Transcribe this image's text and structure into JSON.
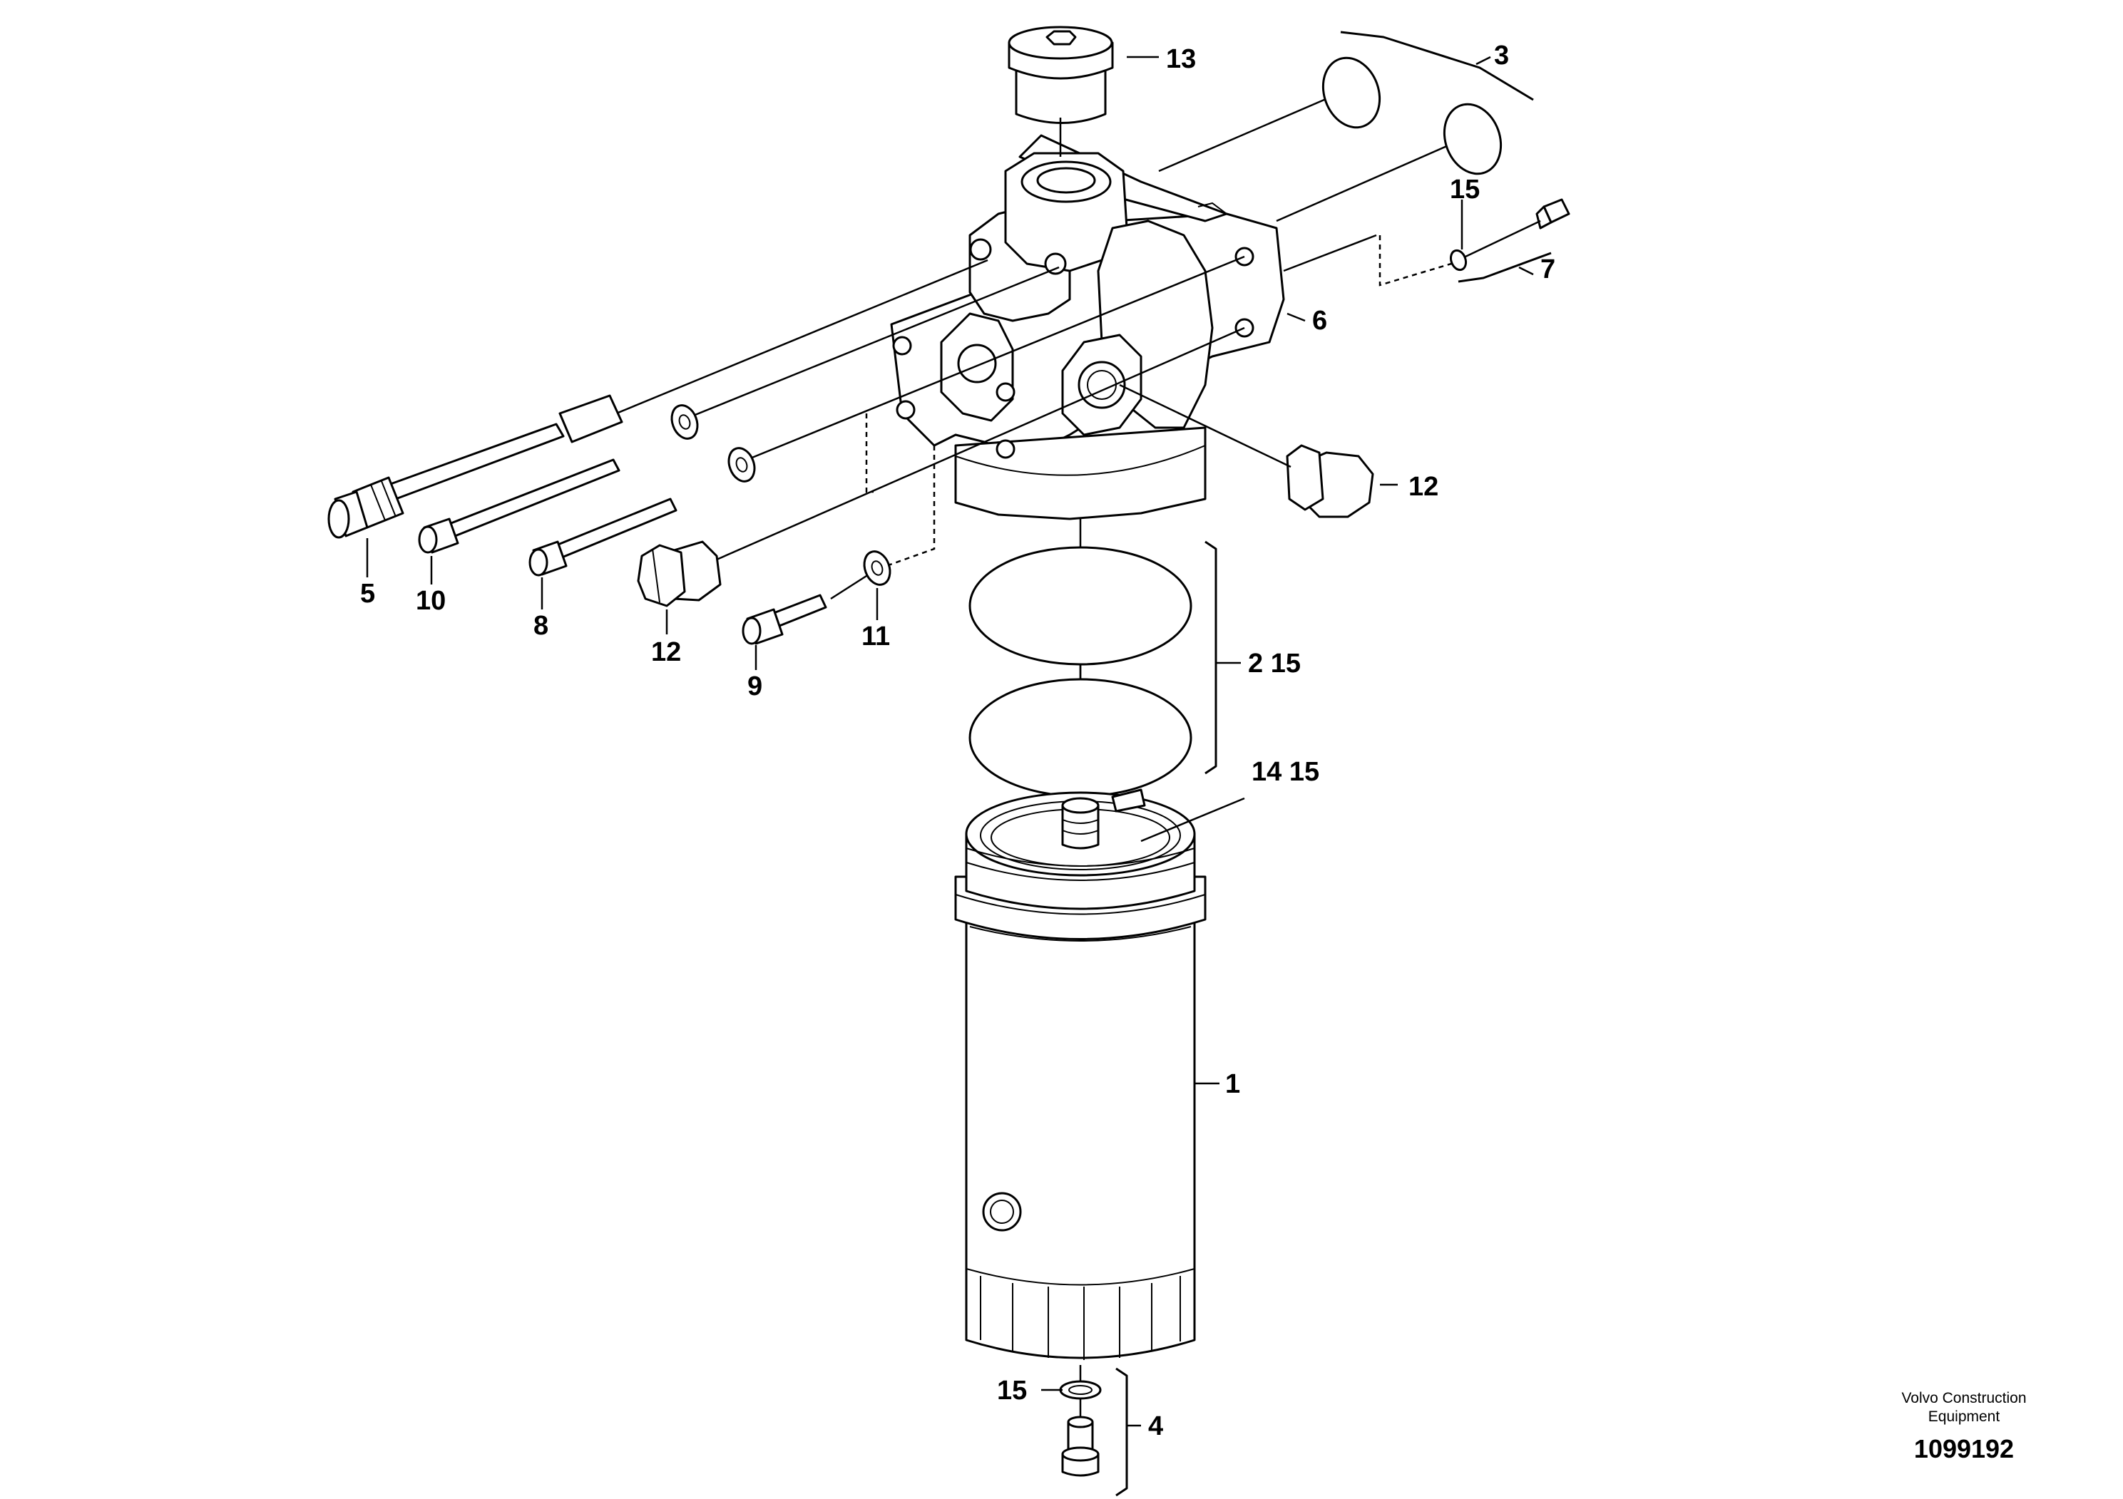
{
  "callouts": {
    "c1": "1",
    "c2_15": "2 15",
    "c3": "3",
    "c4": "4",
    "c5": "5",
    "c6": "6",
    "c7": "7",
    "c8": "8",
    "c9": "9",
    "c10": "10",
    "c11": "11",
    "c12_right": "12",
    "c12_left": "12",
    "c13": "13",
    "c14_15": "14 15",
    "c15_top": "15",
    "c15_bottom": "15"
  },
  "footer": {
    "brand_line1": "Volvo Construction",
    "brand_line2": "Equipment",
    "document_number": "1099192"
  }
}
